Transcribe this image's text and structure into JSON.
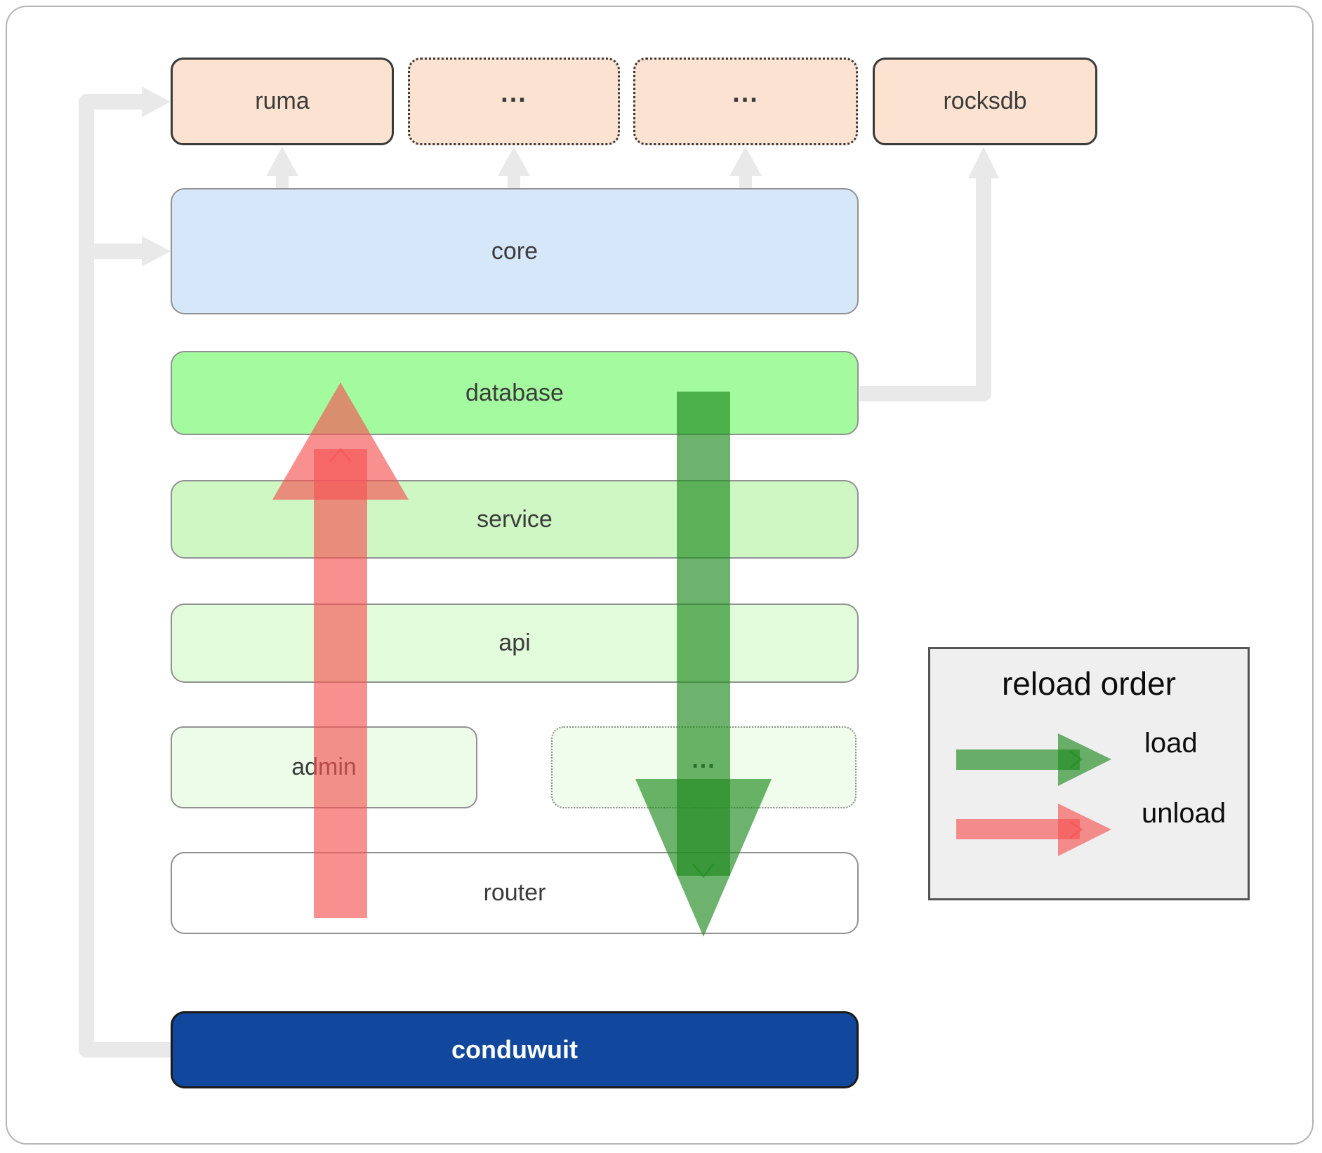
{
  "diagram": {
    "top_row": {
      "ruma": "ruma",
      "ellipsis_1": "...",
      "ellipsis_2": "...",
      "rocksdb": "rocksdb"
    },
    "layers": {
      "core": "core",
      "database": "database",
      "service": "service",
      "api": "api",
      "admin": "admin",
      "ellipsis_3": "...",
      "router": "router",
      "conduwuit": "conduwuit"
    }
  },
  "legend": {
    "title": "reload order",
    "load_label": "load",
    "unload_label": "unload"
  },
  "colors": {
    "peach_fill": "#fce3d1",
    "solid_border": "#3a3a3a",
    "core_fill": "#d6e7fa",
    "database_fill": "#a4fa9e",
    "service_fill": "#cef7c4",
    "api_fill": "#e2fbda",
    "admin_fill": "#ecfce8",
    "ellipsis3_fill": "#f0fdec",
    "layer_border": "#929292",
    "router_fill": "#ffffff",
    "conduwuit_fill": "#11489d",
    "conduwuit_border": "#1a1a1a",
    "conduwuit_text": "#ffffff",
    "label_text": "#3b3b3b",
    "gray_arrow": "#e9e9e9",
    "load_arrow": "#1f8a1f",
    "unload_arrow": "#f65555",
    "legend_bg": "#efefef",
    "legend_border": "#555555",
    "legend_text": "#0d0d0d",
    "frame_border": "#b5b5b5"
  }
}
